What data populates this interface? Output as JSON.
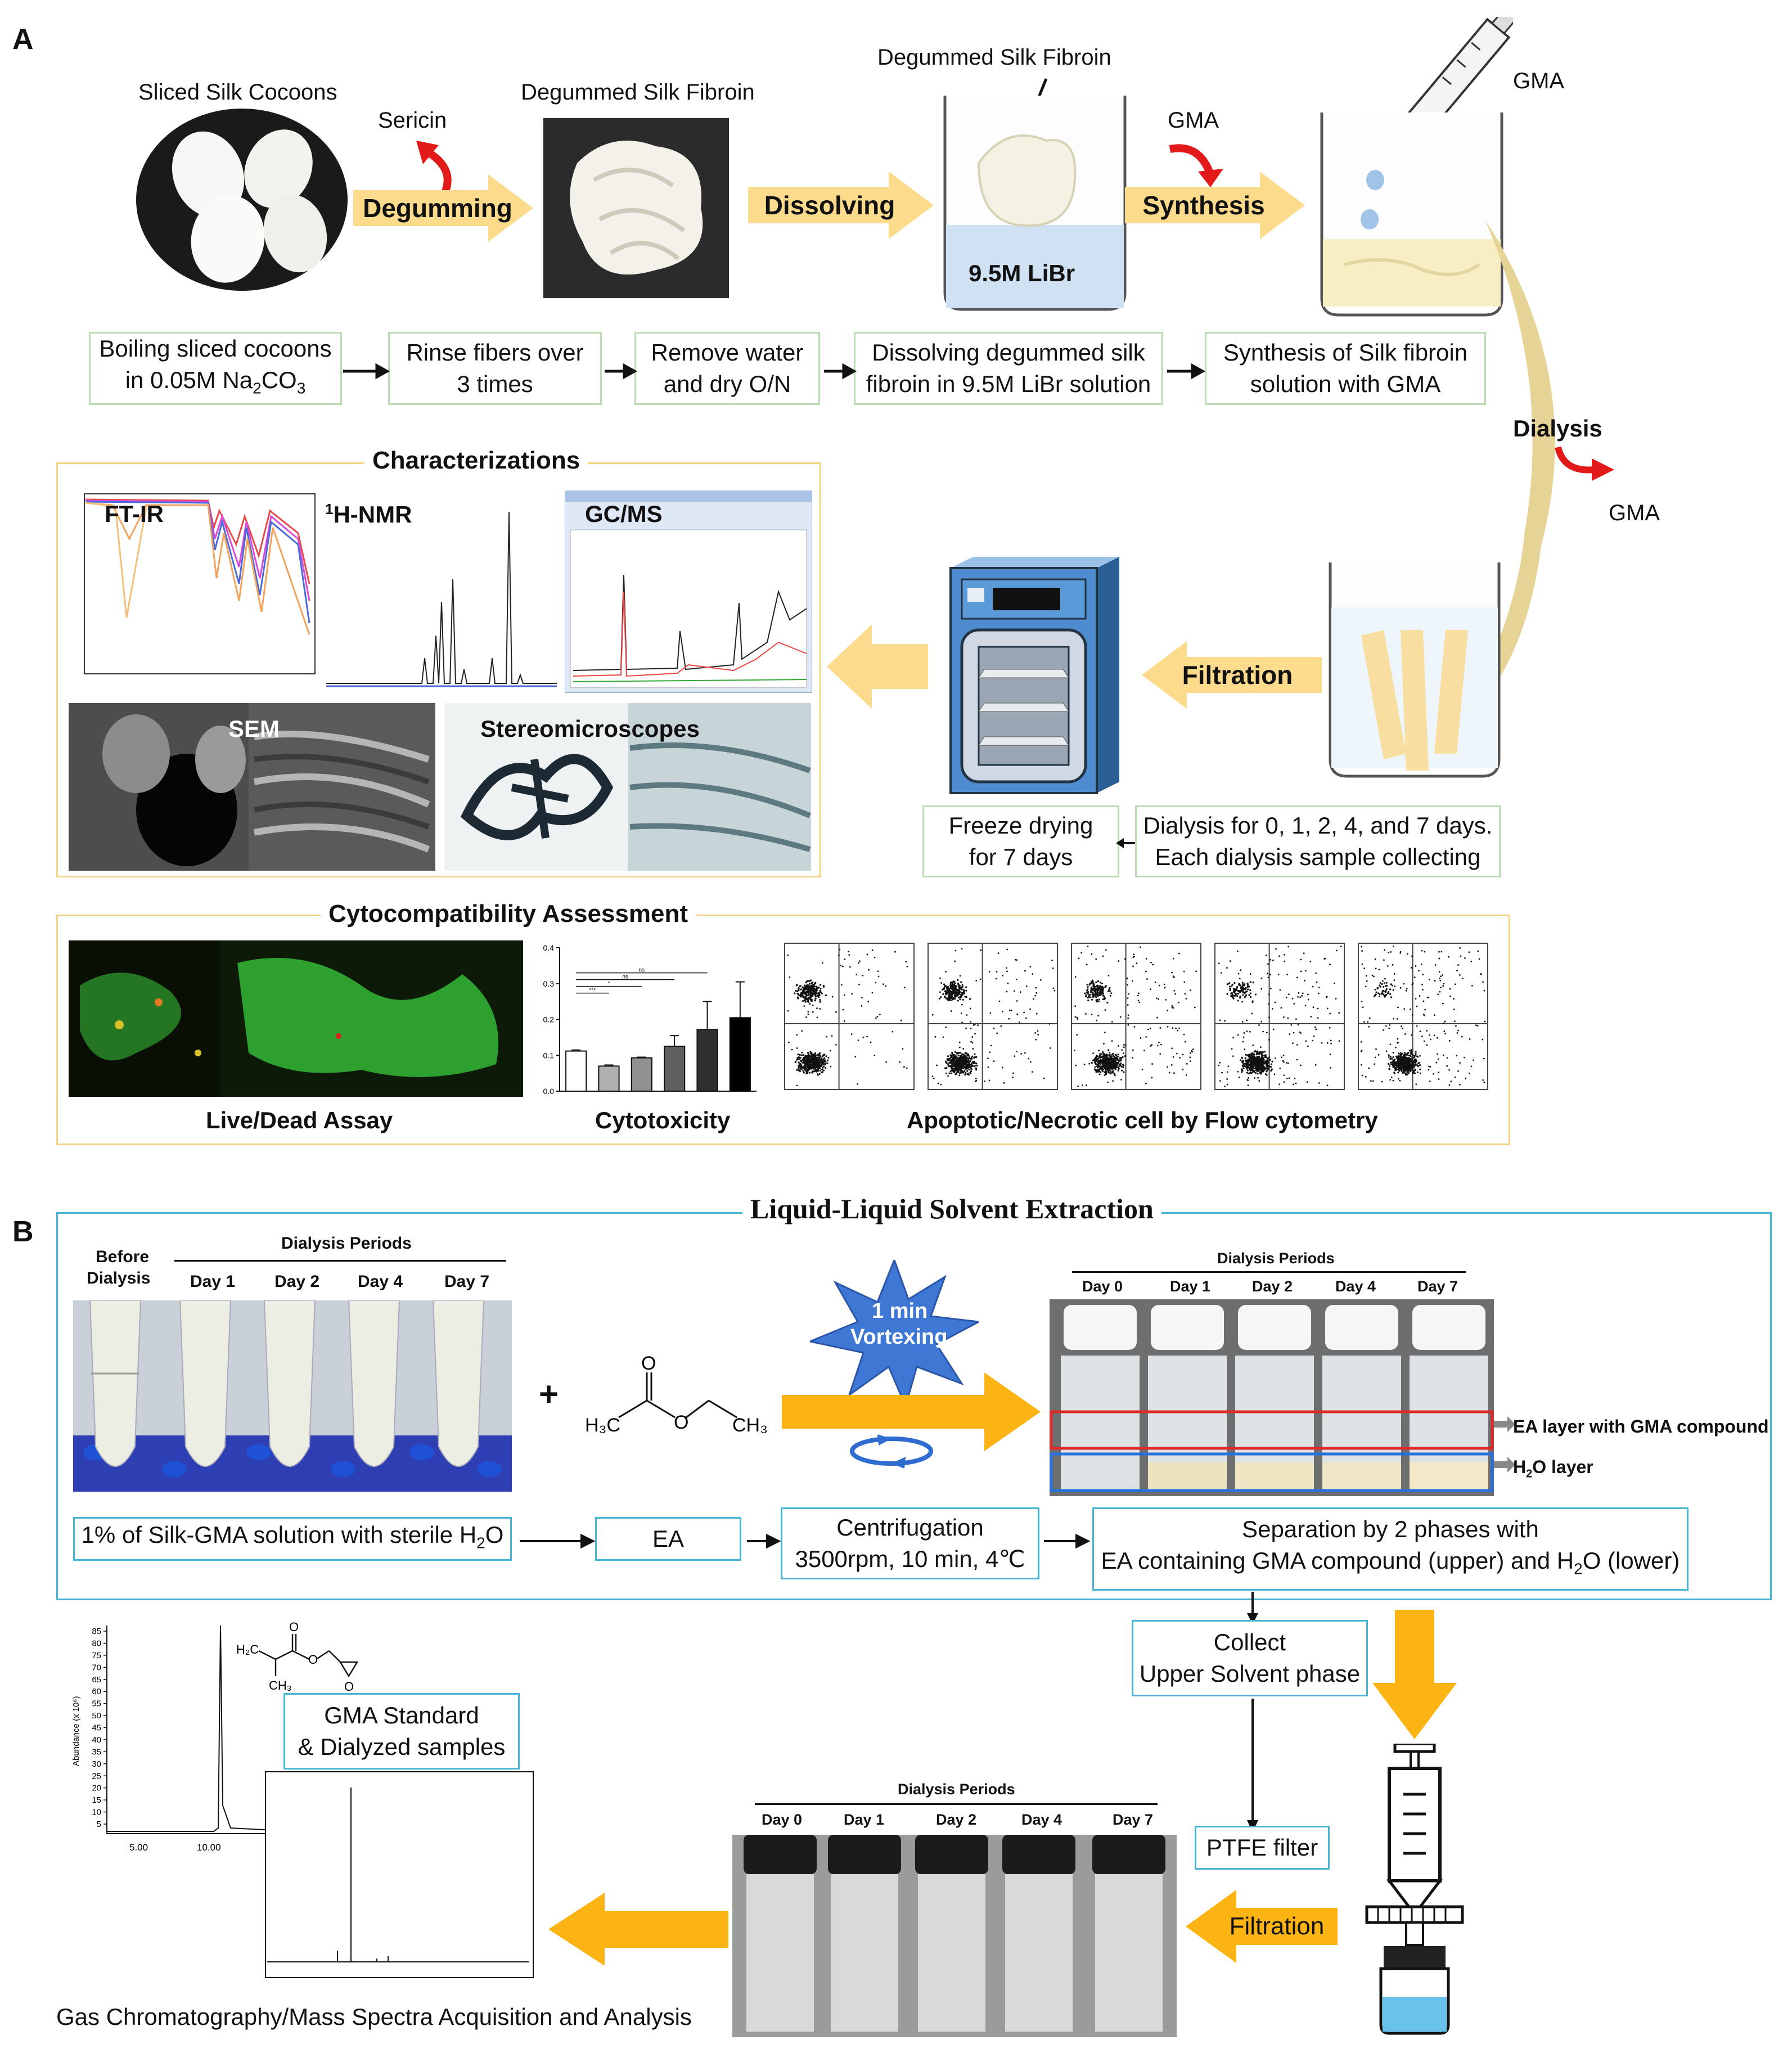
{
  "panel_a": {
    "letter": "A",
    "top_labels": {
      "cocoons": "Sliced Silk Cocoons",
      "sericin": "Sericin",
      "degummed_photo": "Degummed Silk Fibroin",
      "degummed_beaker": "Degummed Silk Fibroin",
      "gma_syringe": "GMA",
      "gma_in": "GMA",
      "libr": "9.5M LiBr",
      "dialysis": "Dialysis",
      "gma_out": "GMA"
    },
    "arrows": {
      "degumming": "Degumming",
      "dissolving": "Dissolving",
      "synthesis": "Synthesis",
      "filtration": "Filtration"
    },
    "steps": {
      "s1_line1": "Boiling sliced cocoons",
      "s1_line2_pre": "in 0.05M Na",
      "s1_sub1": "2",
      "s1_mid": "CO",
      "s1_sub2": "3",
      "s2_line1": "Rinse fibers over",
      "s2_line2": "3 times",
      "s3_line1": "Remove water",
      "s3_line2": "and dry O/N",
      "s4_line1": "Dissolving degummed silk",
      "s4_line2": "fibroin in 9.5M LiBr solution",
      "s5_line1": "Synthesis of Silk fibroin",
      "s5_line2": "solution with GMA",
      "freeze_line1": "Freeze drying",
      "freeze_line2": "for 7 days",
      "dialysis_line1": "Dialysis for 0, 1, 2, 4, and 7 days.",
      "dialysis_line2": "Each dialysis sample collecting"
    },
    "characterizations": {
      "title": "Characterizations",
      "ftir": "FT-IR",
      "nmr_sup": "1",
      "nmr": "H-NMR",
      "gcms": "GC/MS",
      "sem": "SEM",
      "stereo": "Stereomicroscopes"
    },
    "cyto": {
      "title": "Cytocompatibility Assessment",
      "live_dead": "Live/Dead Assay",
      "cytotoxicity": "Cytotoxicity",
      "flow": "Apoptotic/Necrotic cell by Flow cytometry"
    }
  },
  "chart_data": {
    "type": "bar",
    "title": "Cytotoxicity",
    "categories": [
      "",
      "",
      "",
      "",
      "",
      ""
    ],
    "values": [
      0.112,
      0.07,
      0.093,
      0.125,
      0.172,
      0.205
    ],
    "errors": [
      0.003,
      0.003,
      0.002,
      0.03,
      0.078,
      0.1
    ],
    "ylim": [
      0,
      0.4
    ],
    "yticks": [
      "0.0",
      "0.1",
      "0.2",
      "0.3",
      "0.4"
    ],
    "significance": [
      "ns",
      "ns",
      "*",
      "***"
    ],
    "colors": [
      "#ffffff",
      "#b0b0b0",
      "#909090",
      "#606060",
      "#303030",
      "#000000"
    ]
  },
  "panel_b": {
    "letter": "B",
    "title": "Liquid-Liquid Solvent Extraction",
    "before_dialysis_1": "Before",
    "before_dialysis_2": "Dialysis",
    "dialysis_periods": "Dialysis Periods",
    "days_tubes": [
      "Day 1",
      "Day 2",
      "Day 4",
      "Day 7"
    ],
    "days_vials": [
      "Day 0",
      "Day 1",
      "Day 2",
      "Day 4",
      "Day 7"
    ],
    "plus": "+",
    "vortex_1": "1 min",
    "vortex_2": "Vortexing",
    "ea_layer": "EA layer with GMA compound",
    "h2o_layer_pre": "H",
    "h2o_layer_sub": "2",
    "h2o_layer_post": "O layer",
    "box1_pre": "1% of Silk-GMA solution with sterile H",
    "box1_sub": "2",
    "box1_post": "O",
    "box2": "EA",
    "box3_line1": "Centrifugation",
    "box3_line2": "3500rpm, 10 min, 4℃",
    "box4_line1": "Separation by 2 phases with",
    "box4_line2_pre": "EA containing GMA compound (upper) and H",
    "box4_line2_sub": "2",
    "box4_line2_post": "O (lower)",
    "collect_1": "Collect",
    "collect_2": "Upper Solvent phase",
    "ptfe": "PTFE filter",
    "filtration": "Filtration",
    "gma_std_1": "GMA Standard",
    "gma_std_2": "& Dialyzed samples",
    "gcms_caption": "Gas Chromatography/Mass Spectra Acquisition and Analysis",
    "chrom_ylabel": "Abundance (x 10⁶)",
    "chrom_yticks": [
      "85",
      "80",
      "75",
      "70",
      "65",
      "60",
      "55",
      "50",
      "45",
      "40",
      "35",
      "30",
      "25",
      "20",
      "15",
      "10",
      "5"
    ],
    "chrom_xticks": [
      "5.00",
      "10.00"
    ],
    "ethyl_acetate": {
      "h3c": "H₃C",
      "o1": "O",
      "o2": "O",
      "ch3": "CH₃"
    },
    "gma_struct": {
      "h2c": "H₂C",
      "ch3": "CH₃",
      "o": "O"
    }
  }
}
